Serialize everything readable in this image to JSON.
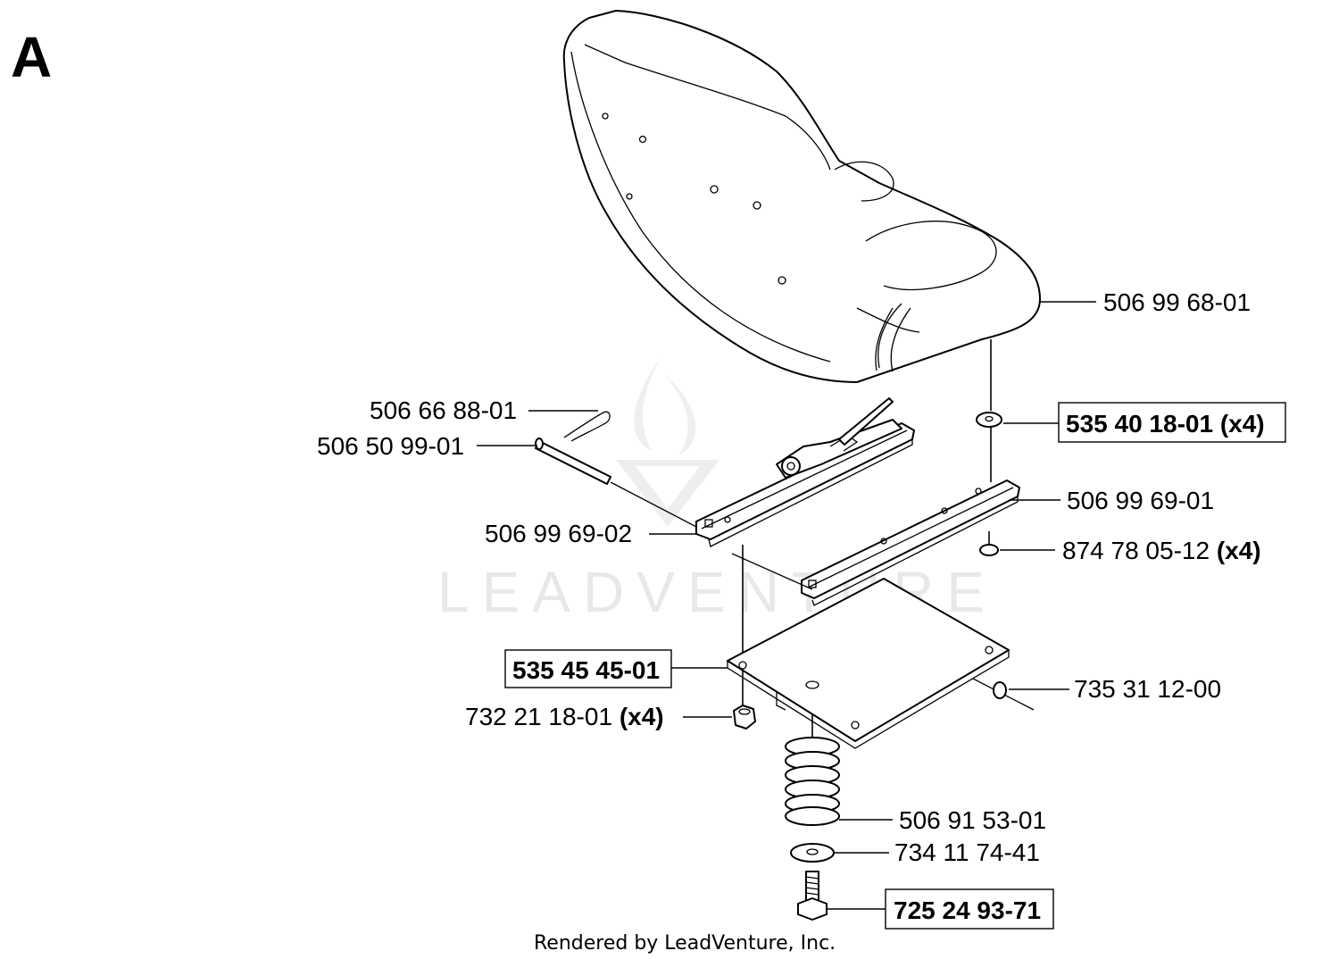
{
  "section_letter": "A",
  "watermark": "LEADVENTURE",
  "footer": "Rendered by LeadVenture, Inc.",
  "parts": {
    "seat": {
      "number": "506 99 68-01"
    },
    "washer_seat": {
      "number": "535 40 18-01",
      "qty": "(x4)"
    },
    "slide_rail_right": {
      "number": "506 99 69-01"
    },
    "screw": {
      "number": "874 78 05-12",
      "qty": "(x4)"
    },
    "hair_pin": {
      "number": "506 66 88-01"
    },
    "pivot_pin": {
      "number": "506 50 99-01"
    },
    "slide_rail_left": {
      "number": "506 99 69-02"
    },
    "seat_plate": {
      "number": "535 45 45-01"
    },
    "clip": {
      "number": "735 31 12-00"
    },
    "lock_nut": {
      "number": "732 21 18-01",
      "qty": "(x4)"
    },
    "spring": {
      "number": "506 91 53-01"
    },
    "washer_spring": {
      "number": "734 11 74-41"
    },
    "bolt": {
      "number": "725 24 93-71"
    }
  }
}
